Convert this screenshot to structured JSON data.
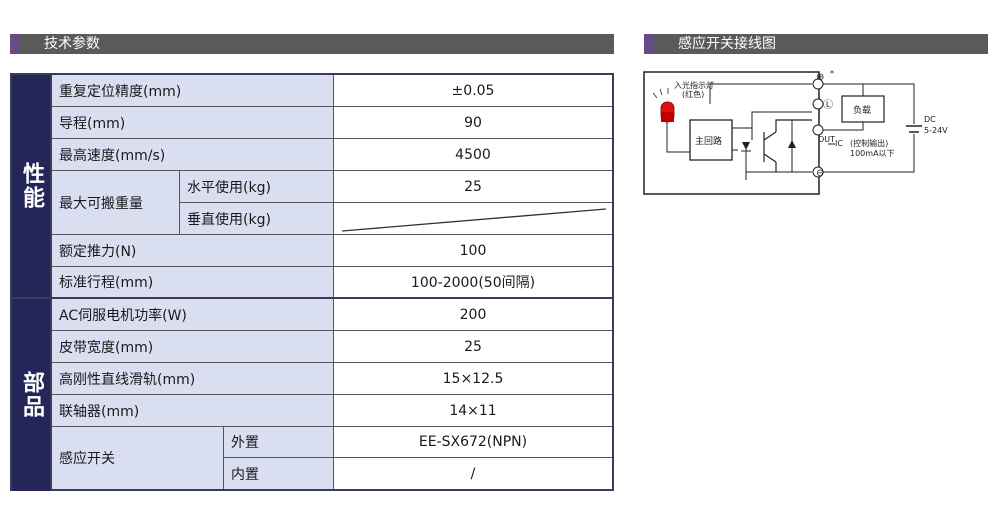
{
  "left_section": {
    "title": "技术参数"
  },
  "right_section": {
    "title": "感应开关接线图"
  },
  "spec": {
    "group_performance": "性能",
    "group_parts": "部品",
    "rows": {
      "repeat_accuracy": {
        "label": "重复定位精度(mm)",
        "value": "±0.05"
      },
      "lead": {
        "label": "导程(mm)",
        "value": "90"
      },
      "max_speed": {
        "label": "最高速度(mm/s)",
        "value": "4500"
      },
      "max_load": {
        "label": "最大可搬重量",
        "horizontal": {
          "label": "水平使用(kg)",
          "value": "25"
        },
        "vertical": {
          "label": "垂直使用(kg)"
        }
      },
      "rated_thrust": {
        "label": "额定推力(N)",
        "value": "100"
      },
      "standard_stroke": {
        "label": "标准行程(mm)",
        "value": "100-2000(50间隔)"
      },
      "servo_power": {
        "label": "AC伺服电机功率(W)",
        "value": "200"
      },
      "belt_width": {
        "label": "皮带宽度(mm)",
        "value": "25"
      },
      "rail": {
        "label": "高刚性直线滑轨(mm)",
        "value": "15×12.5"
      },
      "coupling": {
        "label": "联轴器(mm)",
        "value": "14×11"
      },
      "sensor": {
        "label": "感应开关",
        "external": {
          "label": "外置",
          "value": "EE-SX672(NPN)"
        },
        "internal": {
          "label": "内置",
          "value": "/"
        }
      }
    }
  },
  "diagram": {
    "indicator": "入光指示灯",
    "indicator_color": "(红色)",
    "main_circuit": "主回路",
    "load": "负载",
    "out": "OUT",
    "ic": "IC",
    "control_output": "(控制输出)",
    "control_current": "100mA以下",
    "dc": "DC",
    "voltage": "5-24V",
    "plus": "⊕",
    "l_terminal": "Ⓛ",
    "minus": "⊖",
    "asterisk": "*"
  },
  "colors": {
    "table_header": "#24265a",
    "label_bg": "#d9dff1",
    "bar": "#5a5a5a",
    "accent": "#6a4a8a",
    "lamp": "#e01010"
  }
}
